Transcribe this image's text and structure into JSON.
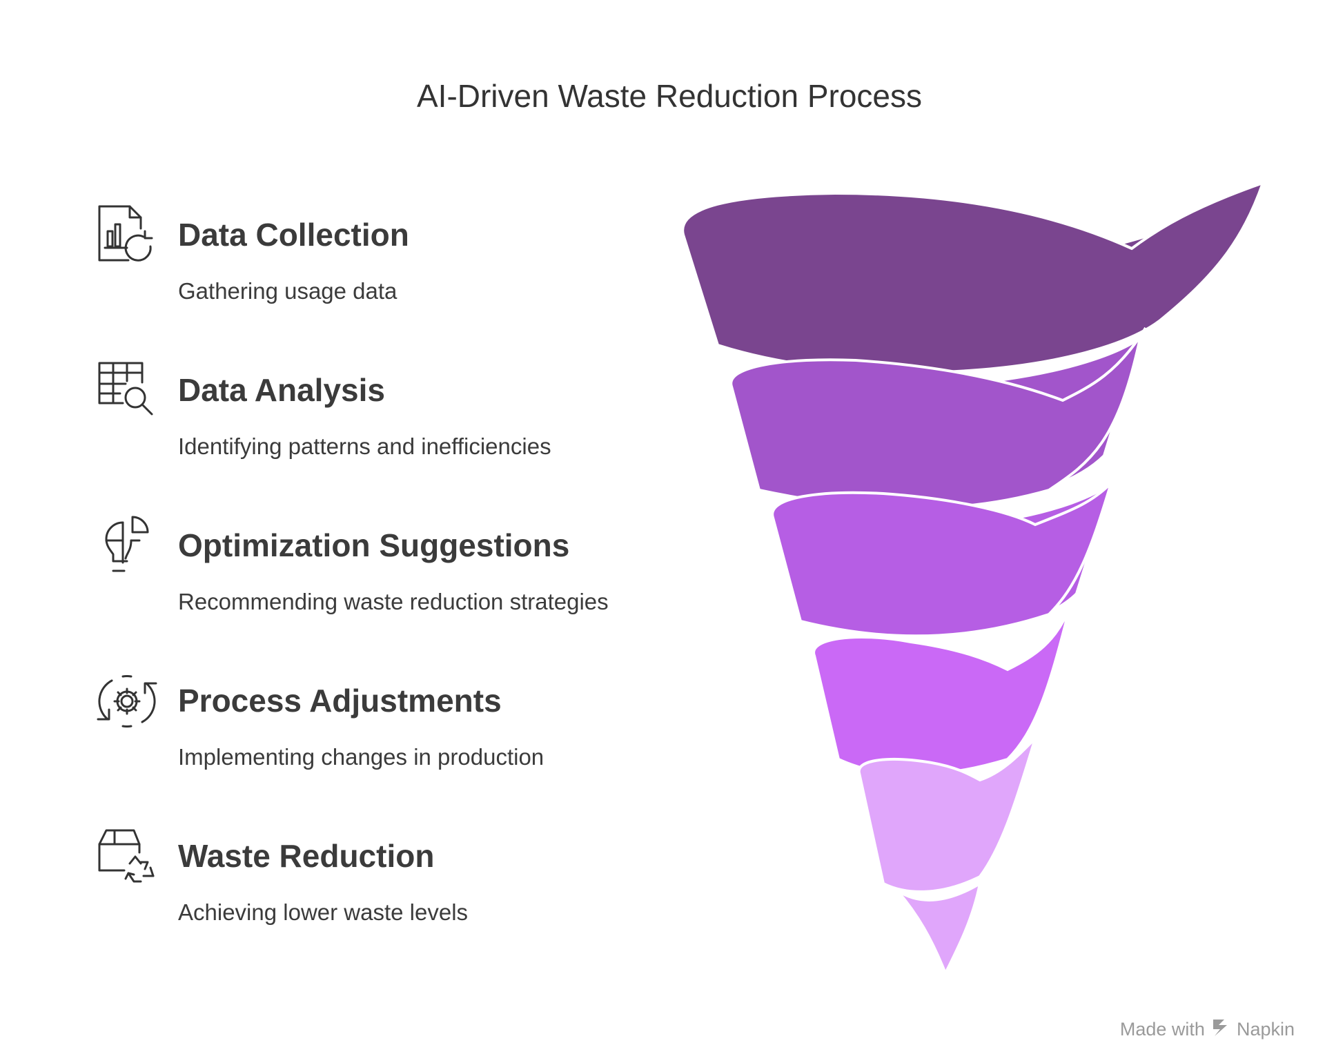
{
  "title": "AI-Driven Waste Reduction Process",
  "steps": [
    {
      "heading": "Data Collection",
      "description": "Gathering usage data",
      "icon": "document-chart-refresh-icon",
      "color": "#7a458f"
    },
    {
      "heading": "Data Analysis",
      "description": "Identifying patterns and inefficiencies",
      "icon": "table-search-icon",
      "color": "#a255cb"
    },
    {
      "heading": "Optimization Suggestions",
      "description": "Recommending waste reduction strategies",
      "icon": "lightbulb-pie-icon",
      "color": "#b65ee4"
    },
    {
      "heading": "Process Adjustments",
      "description": "Implementing changes in production",
      "icon": "gear-cycle-icon",
      "color": "#ca69f6"
    },
    {
      "heading": "Waste Reduction",
      "description": "Achieving lower waste levels",
      "icon": "box-recycle-icon",
      "color": "#e0a6fb"
    }
  ],
  "footer": {
    "text": "Made with",
    "brand": "Napkin"
  }
}
